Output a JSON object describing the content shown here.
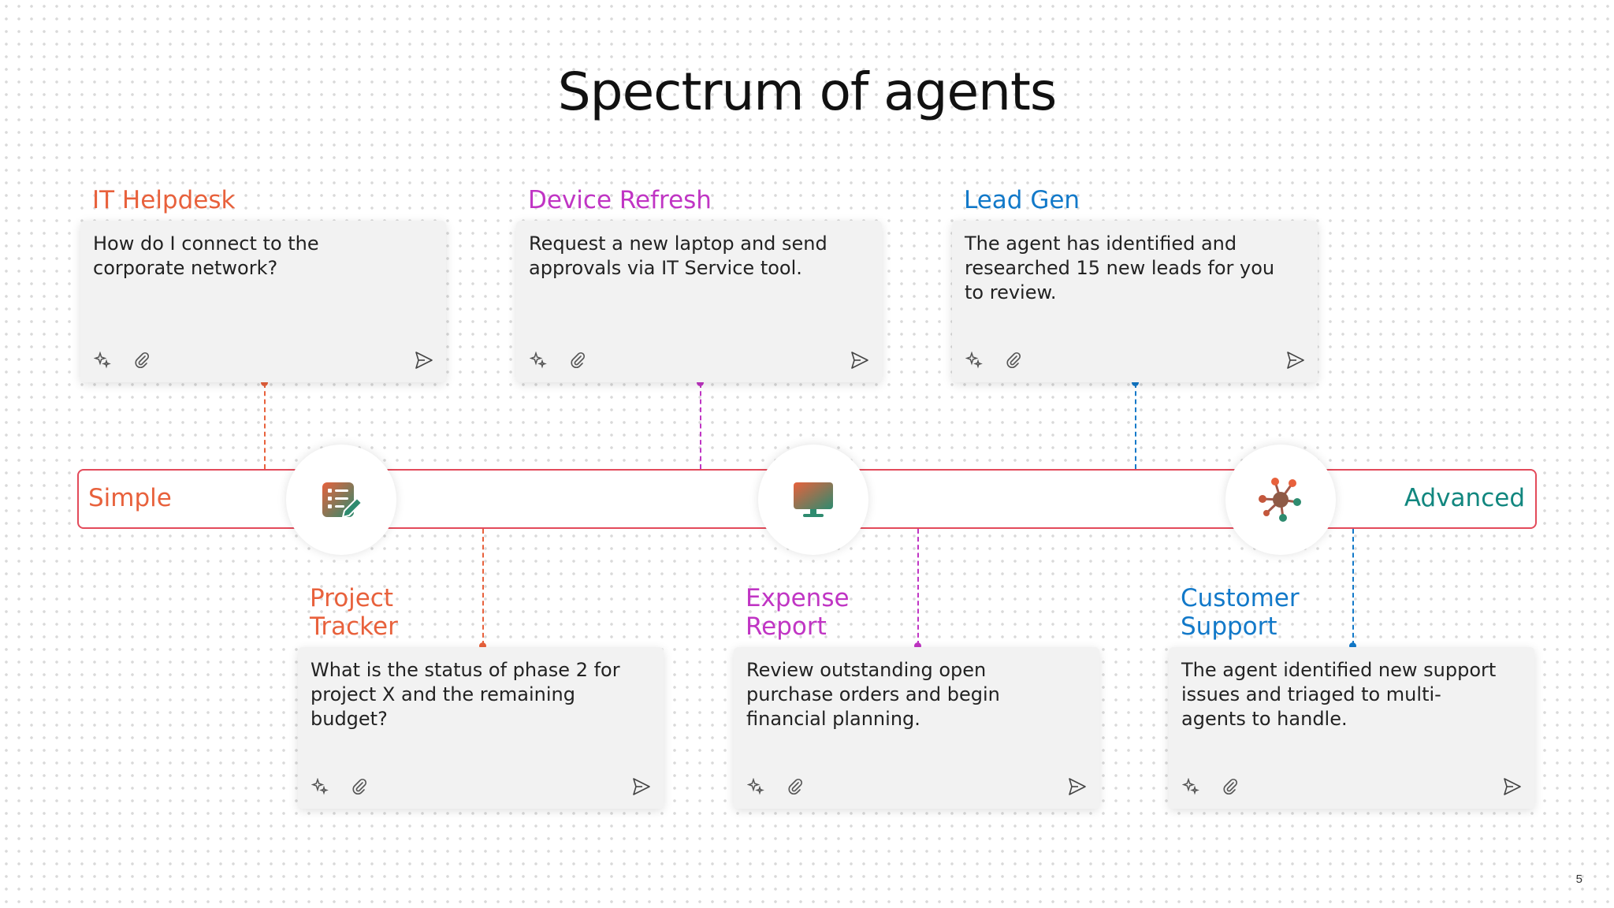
{
  "slide": {
    "title": "Spectrum of agents",
    "page_number": "5"
  },
  "spectrum": {
    "left_label": "Simple",
    "right_label": "Advanced",
    "icons": [
      "task-list-pencil-icon",
      "monitor-icon",
      "network-nodes-icon"
    ],
    "colors": {
      "bar": "#e34a5a",
      "simple": "#e8613c",
      "advanced": "#12877f"
    }
  },
  "agents_top": [
    {
      "title": "IT Helpdesk",
      "prompt": "How do I connect to the corporate network?",
      "color": "#e8613c"
    },
    {
      "title": "Device Refresh",
      "prompt": "Request a new laptop and send approvals via IT Service tool.",
      "color": "#c035c4"
    },
    {
      "title": "Lead Gen",
      "prompt": "The agent has identified and researched 15 new leads for you to review.",
      "color": "#1279c9"
    }
  ],
  "agents_bottom": [
    {
      "title": "Project Tracker",
      "prompt": "What is the status of phase 2 for project X and the remaining budget?",
      "color": "#e8613c"
    },
    {
      "title": "Expense Report",
      "prompt": "Review outstanding open purchase orders and begin financial planning.",
      "color": "#c035c4"
    },
    {
      "title": "Customer Support",
      "prompt": "The agent identified new support issues and triaged to multi-agents to handle.",
      "color": "#1279c9"
    }
  ],
  "card_icons": [
    "sparkle-icon",
    "paperclip-icon",
    "send-icon"
  ]
}
